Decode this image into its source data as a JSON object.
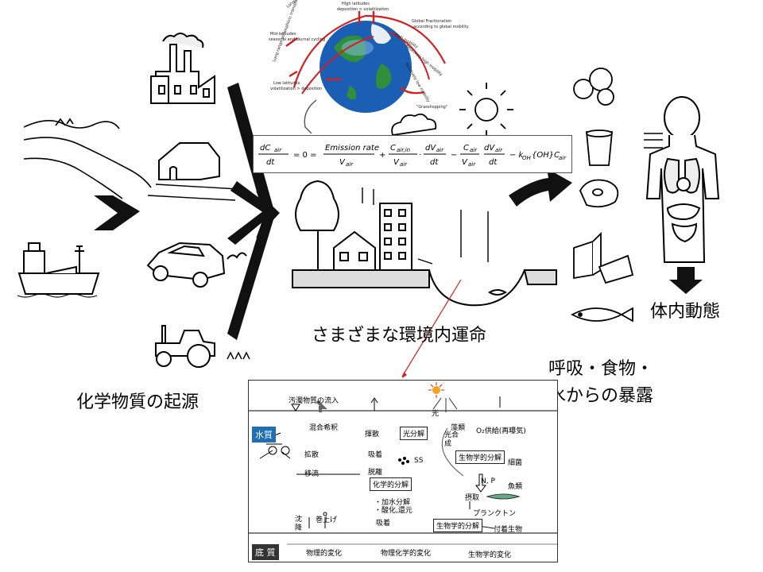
{
  "labels": {
    "origin": "化学物質の起源",
    "fate": "さまざまな環境内運命",
    "exposure_line1": "呼吸・食物・",
    "exposure_line2": "水からの暴露",
    "body_dynamics": "体内動態"
  },
  "globe": {
    "high_latitudes": "High latitudes",
    "high_latitudes_sub": "deposition > volatilization",
    "mid_latitudes": "Mid-latitudes",
    "mid_latitudes_sub": "seasonal and diurnal cycling",
    "low_latitudes": "Low latitudes",
    "low_latitudes_sub": "volatilization > deposition",
    "global_fractionation": "Global Fractionation",
    "global_fractionation_sub": "according to global mobility",
    "grasshopping": "\"Grasshopping\"",
    "long_range_1": "Long-range atmospheric transport",
    "long_range_2": "Long-range atmospheric transport",
    "high_mobility": "High mobility",
    "relatively_high": "Relatively high mobility",
    "relatively_low": "Relatively low mobility"
  },
  "equation": {
    "lhs_num": "dC",
    "lhs_sub": "air",
    "lhs_den": "dt",
    "eq": "= 0 =",
    "term1_num": "Emission rate",
    "term1_den": "V",
    "term1_den_sub": "air",
    "plus": "+",
    "term2_num": "C",
    "term2_num_sub": "air,in",
    "term2_den": "V",
    "term2_den_sub": "air",
    "dot": "·",
    "dV_num": "dV",
    "dV_sub": "air",
    "dt": "dt",
    "minus": "−",
    "term3_num": "C",
    "term3_num_sub": "air",
    "term3_den": "V",
    "term3_den_sub": "air",
    "k_term": "− k",
    "k_sub": "OH",
    "k_rest": "{OH}C",
    "k_rest_sub": "air"
  },
  "inset": {
    "inflow": "汚濁物質の流入",
    "water": "水質",
    "sediment": "底 質",
    "mixing": "混合希釈",
    "diffusion": "拡散",
    "transport": "移流",
    "volatilize": "揮散",
    "photolysis": "光分解",
    "light": "光",
    "algae": "藻類",
    "photosynthesis": "光合成",
    "o2_supply": "O₂供給(再曝気)",
    "adsorb": "吸着",
    "ss": "SS",
    "desorb": "脱離",
    "chem_decomp": "化学的分解",
    "bio_decomp1": "生物学的分解",
    "bacteria": "細菌",
    "np": "N, P",
    "fish": "魚類",
    "uptake": "摂取",
    "hydrolysis": "・加水分解",
    "oxred": "・酸化,還元",
    "plankton": "プランクトン",
    "bio_decomp2": "生物学的分解",
    "attached": "付着生物",
    "settle": "沈降",
    "resuspend": "巻上げ",
    "adsorb2": "吸着",
    "phys_change": "物理的変化",
    "physchem_change": "物理化学的変化",
    "bio_change": "生物学的変化"
  },
  "colors": {
    "arrow_red": "#d42020",
    "tag_blue": "#1f6fb5",
    "tag_dark": "#333333",
    "ocean": "#1a5fb4",
    "land": "#2f8f3a"
  }
}
